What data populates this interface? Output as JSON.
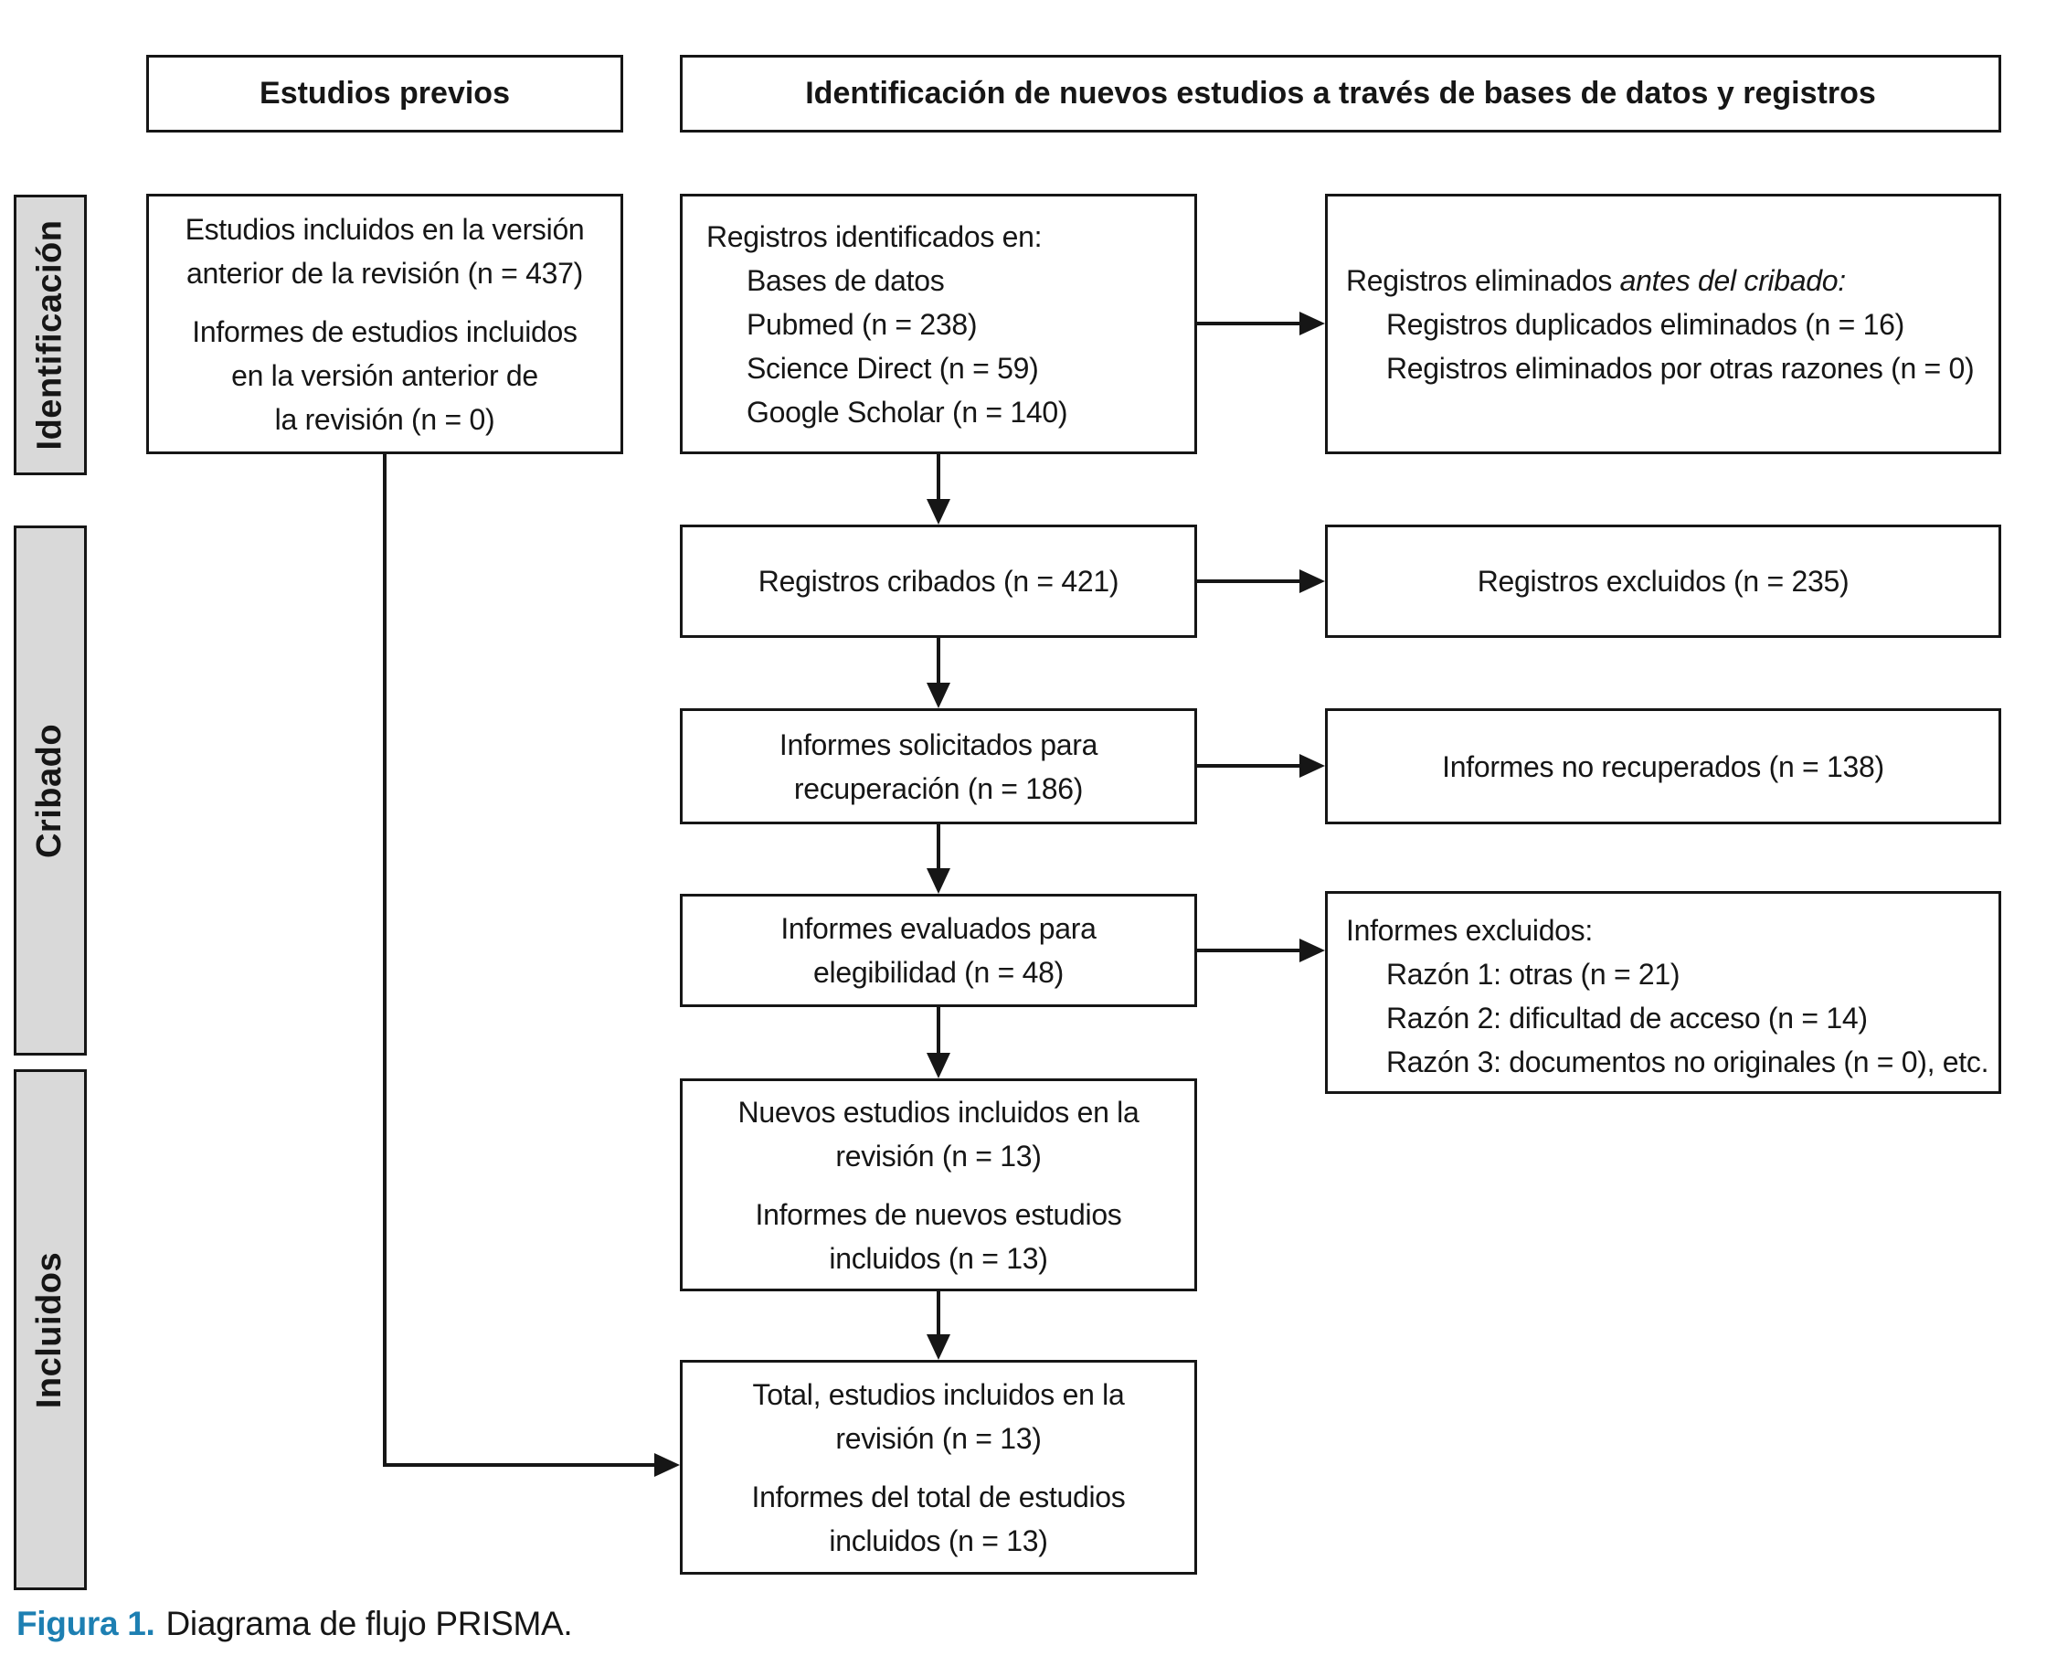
{
  "colors": {
    "caption_accent": "#1d7fb2",
    "sidebar_fill": "#d9d9d9",
    "line_color": "#161616"
  },
  "headers": {
    "previous_studies": "Estudios previos",
    "new_studies": "Identificación de nuevos estudios a través de bases de datos y registros"
  },
  "sidebar": {
    "identification": "Identificación",
    "screening": "Cribado",
    "included": "Incluidos"
  },
  "boxes": {
    "previous_version": {
      "lines1": [
        "Estudios incluidos en la versión",
        "anterior de la revisión (n = 437)"
      ],
      "lines2": [
        "Informes de estudios incluidos",
        "en la versión anterior de",
        "la revisión (n = 0)"
      ]
    },
    "records_identified": {
      "title": "Registros identificados en:",
      "items": [
        "Bases de datos",
        "Pubmed (n = 238)",
        "Science Direct (n = 59)",
        "Google Scholar (n = 140)"
      ]
    },
    "records_removed": {
      "title_normal": "Registros eliminados ",
      "title_italic": "antes del cribado:",
      "items": [
        "Registros duplicados eliminados (n = 16)",
        "Registros eliminados por otras razones (n = 0)"
      ]
    },
    "records_screened": {
      "text": "Registros cribados (n = 421)"
    },
    "records_excluded": {
      "text": "Registros excluidos (n = 235)"
    },
    "reports_sought": {
      "lines": [
        "Informes solicitados para",
        "recuperación (n = 186)"
      ]
    },
    "reports_not_retrieved": {
      "text": "Informes no recuperados (n = 138)"
    },
    "reports_assessed": {
      "lines": [
        "Informes evaluados para",
        "elegibilidad (n = 48)"
      ]
    },
    "reports_excluded": {
      "title": "Informes excluidos:",
      "items": [
        "Razón 1: otras (n = 21)",
        "Razón 2: dificultad de acceso (n = 14)",
        "Razón 3: documentos no originales (n = 0), etc."
      ]
    },
    "new_studies_included": {
      "lines1": [
        "Nuevos estudios incluidos en la",
        "revisión (n = 13)"
      ],
      "lines2": [
        "Informes de nuevos estudios",
        "incluidos (n = 13)"
      ]
    },
    "total_included": {
      "lines1": [
        "Total, estudios incluidos en la",
        "revisión (n = 13)"
      ],
      "lines2": [
        "Informes del total de estudios",
        "incluidos (n = 13)"
      ]
    }
  },
  "caption": {
    "label": "Figura 1.",
    "text": "Diagrama de flujo PRISMA."
  }
}
